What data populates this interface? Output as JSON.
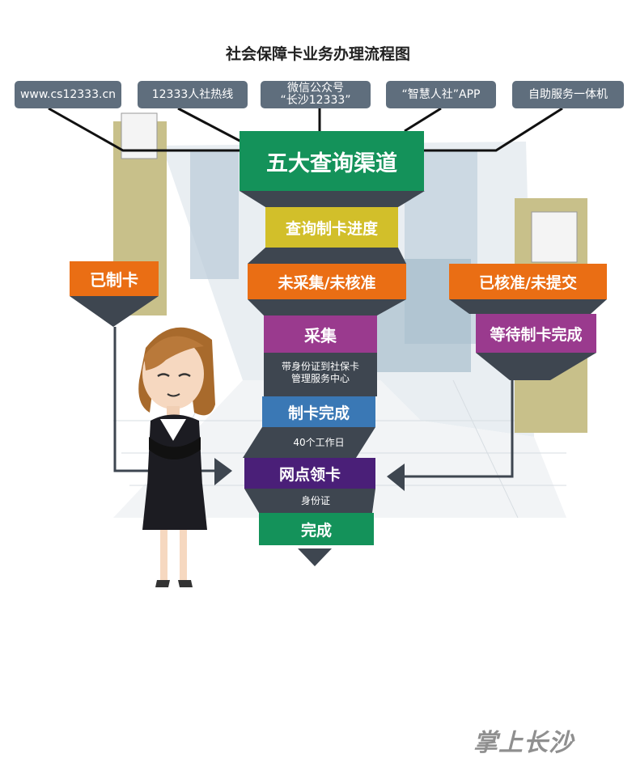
{
  "title": "社会保障卡业务办理流程图",
  "channels": [
    {
      "label": "www.cs12333.cn"
    },
    {
      "label": "12333人社热线"
    },
    {
      "label": "微信公众号",
      "label2": "“长沙12333”"
    },
    {
      "label": "“智慧人社”APP"
    },
    {
      "label": "自助服务一体机"
    }
  ],
  "steps": {
    "channels_hub": "五大查询渠道",
    "query_progress": "查询制卡进度",
    "made": "已制卡",
    "not_collected": "未采集/未核准",
    "approved": "已核准/未提交",
    "collect": "采集",
    "wait": "等待制卡完成",
    "card_done": "制卡完成",
    "pickup": "网点领卡",
    "finish": "完成"
  },
  "notes": {
    "bring_id_1": "带身份证到社保卡",
    "bring_id_2": "管理服务中心",
    "workdays": "40个工作日",
    "id_card": "身份证"
  },
  "logo": "掌上长沙",
  "colors": {
    "green": "#14925a",
    "yellow": "#d2bf2a",
    "orange": "#ea6e14",
    "purple": "#9a3a8e",
    "blue": "#3a78b5",
    "violet": "#4a1f78",
    "slate": "#5f6e7d",
    "ribbon": "#3e4650"
  }
}
